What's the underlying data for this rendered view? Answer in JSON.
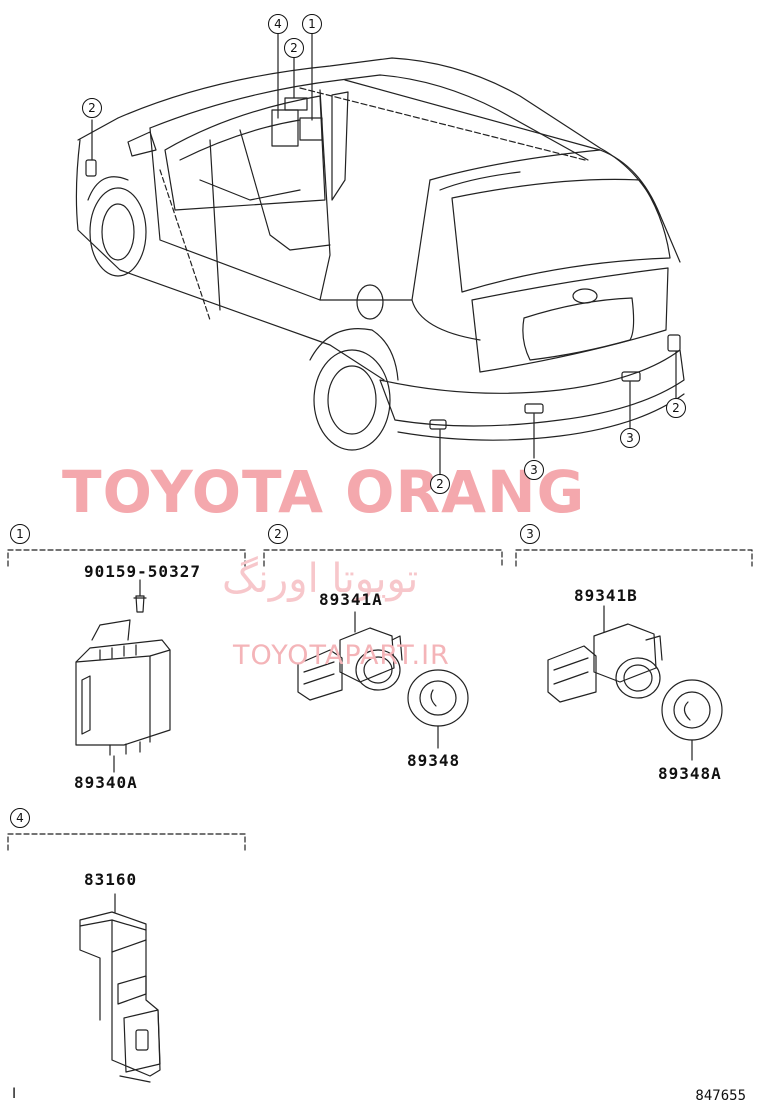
{
  "watermark": {
    "brand": "TOYOTA ORANG",
    "persian": "تویوتا اورنگ",
    "site": "TOYOTAPART.IR"
  },
  "callouts": {
    "one": "1",
    "two": "2",
    "three": "3",
    "four": "4"
  },
  "sections": [
    {
      "marker": "1",
      "parts": [
        "90159-50327",
        "89340A"
      ]
    },
    {
      "marker": "2",
      "parts": [
        "89341A",
        "89348"
      ]
    },
    {
      "marker": "3",
      "parts": [
        "89341B",
        "89348A"
      ]
    },
    {
      "marker": "4",
      "parts": [
        "83160"
      ]
    }
  ],
  "figure_id": "847655",
  "corner_mark": "I"
}
